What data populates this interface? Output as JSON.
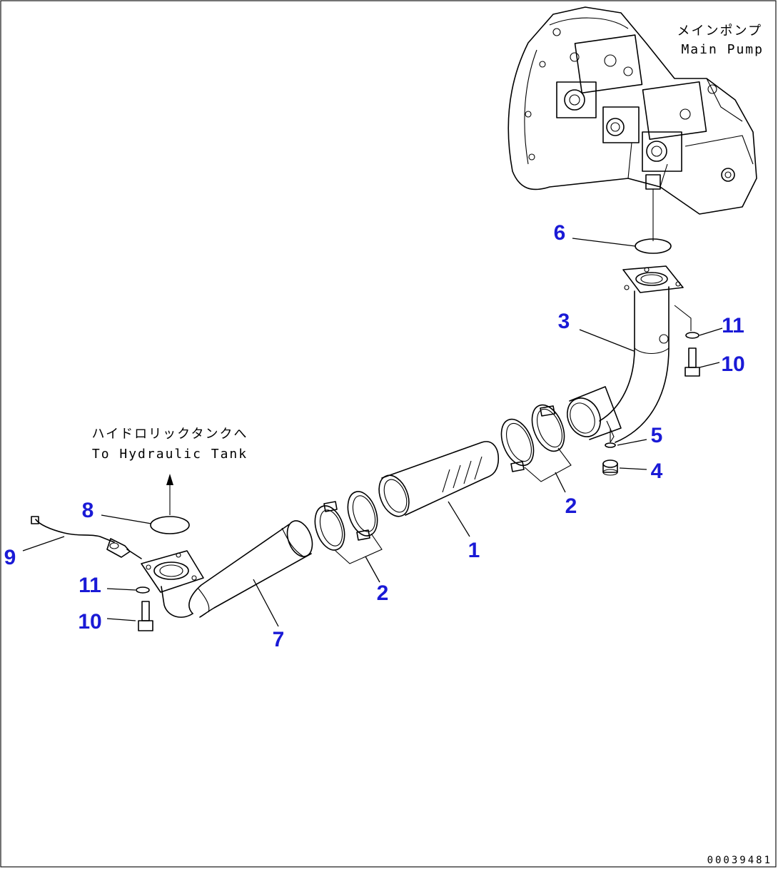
{
  "colors": {
    "callout": "#1a1ad6",
    "line": "#000000",
    "background": "#ffffff"
  },
  "notes": {
    "main_pump_jp": "メインポンプ",
    "main_pump_en": "Main Pump",
    "hyd_tank_jp": "ハイドロリックタンクへ",
    "hyd_tank_en": "To Hydraulic Tank"
  },
  "callouts": {
    "c1": "1",
    "c2a": "2",
    "c2b": "2",
    "c3": "3",
    "c4": "4",
    "c5": "5",
    "c6": "6",
    "c7": "7",
    "c8": "8",
    "c9": "9",
    "c10a": "10",
    "c10b": "10",
    "c11a": "11",
    "c11b": "11"
  },
  "doc_id": "00039481"
}
